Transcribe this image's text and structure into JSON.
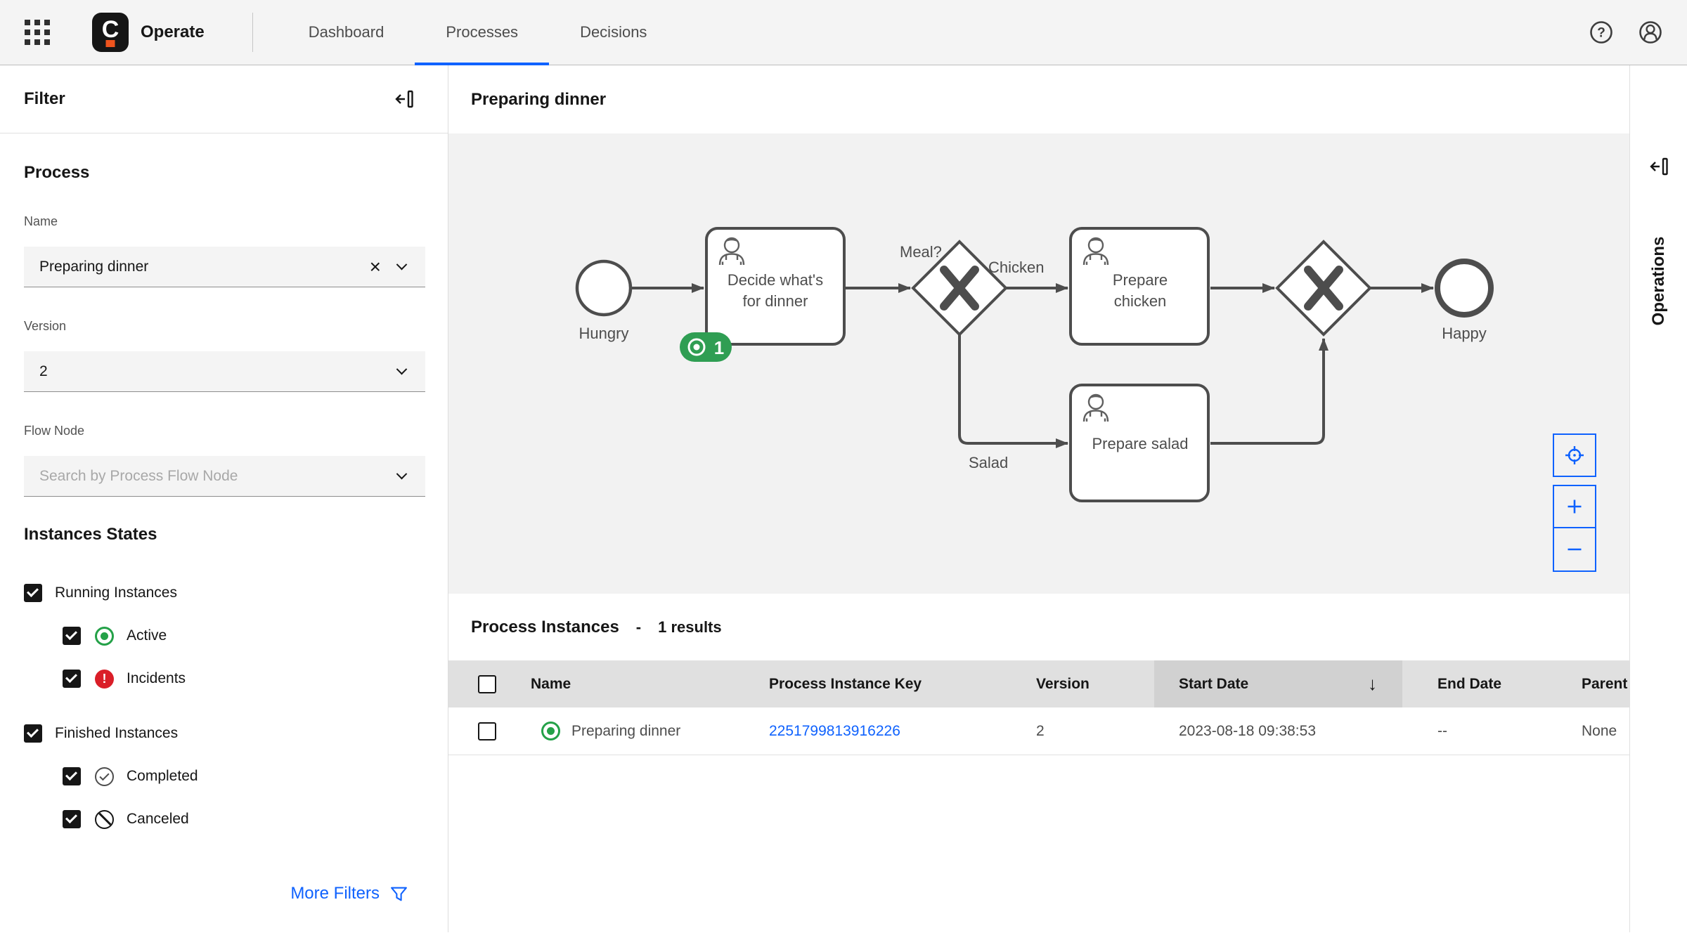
{
  "header": {
    "product": "Operate",
    "tabs": [
      {
        "label": "Dashboard"
      },
      {
        "label": "Processes"
      },
      {
        "label": "Decisions"
      }
    ],
    "active_tab": "Processes"
  },
  "filter": {
    "title": "Filter",
    "process_heading": "Process",
    "name_label": "Name",
    "name_value": "Preparing dinner",
    "version_label": "Version",
    "version_value": "2",
    "flow_node_label": "Flow Node",
    "flow_node_placeholder": "Search by Process Flow Node",
    "states_heading": "Instances States",
    "running_label": "Running Instances",
    "active_label": "Active",
    "incidents_label": "Incidents",
    "incident_glyph": "!",
    "finished_label": "Finished Instances",
    "completed_label": "Completed",
    "canceled_label": "Canceled",
    "more_filters_label": "More Filters",
    "checkboxes": {
      "running": true,
      "active": true,
      "incidents": true,
      "finished": true,
      "completed": true,
      "canceled": true
    }
  },
  "diagram": {
    "heading": "Preparing dinner",
    "start_label": "Hungry",
    "task_decide_l1": "Decide what's",
    "task_decide_l2": "for dinner",
    "decide_badge": "1",
    "gateway_split_label": "Meal?",
    "flow_chicken_label": "Chicken",
    "flow_salad_label": "Salad",
    "task_chicken_l1": "Prepare",
    "task_chicken_l2": "chicken",
    "task_salad_label": "Prepare salad",
    "end_label": "Happy",
    "zoom_in": "+",
    "zoom_out": "−"
  },
  "instances": {
    "heading": "Process Instances",
    "separator": "-",
    "result_count": "1 results",
    "columns": {
      "name": "Name",
      "key": "Process Instance Key",
      "version": "Version",
      "start": "Start Date",
      "end": "End Date",
      "parent": "Parent Process Instance Key"
    },
    "sort_arrow": "↓",
    "row": {
      "name": "Preparing dinner",
      "key": "2251799813916226",
      "version": "2",
      "start": "2023-08-18 09:38:53",
      "end": "--",
      "parent": "None"
    }
  },
  "operations": {
    "title": "Operations"
  },
  "colors": {
    "accent_blue": "#0f62fe",
    "active_green": "#24a148",
    "badge_green": "#2f9e53",
    "incident_red": "#da1e28",
    "camunda_orange": "#f0541e"
  }
}
